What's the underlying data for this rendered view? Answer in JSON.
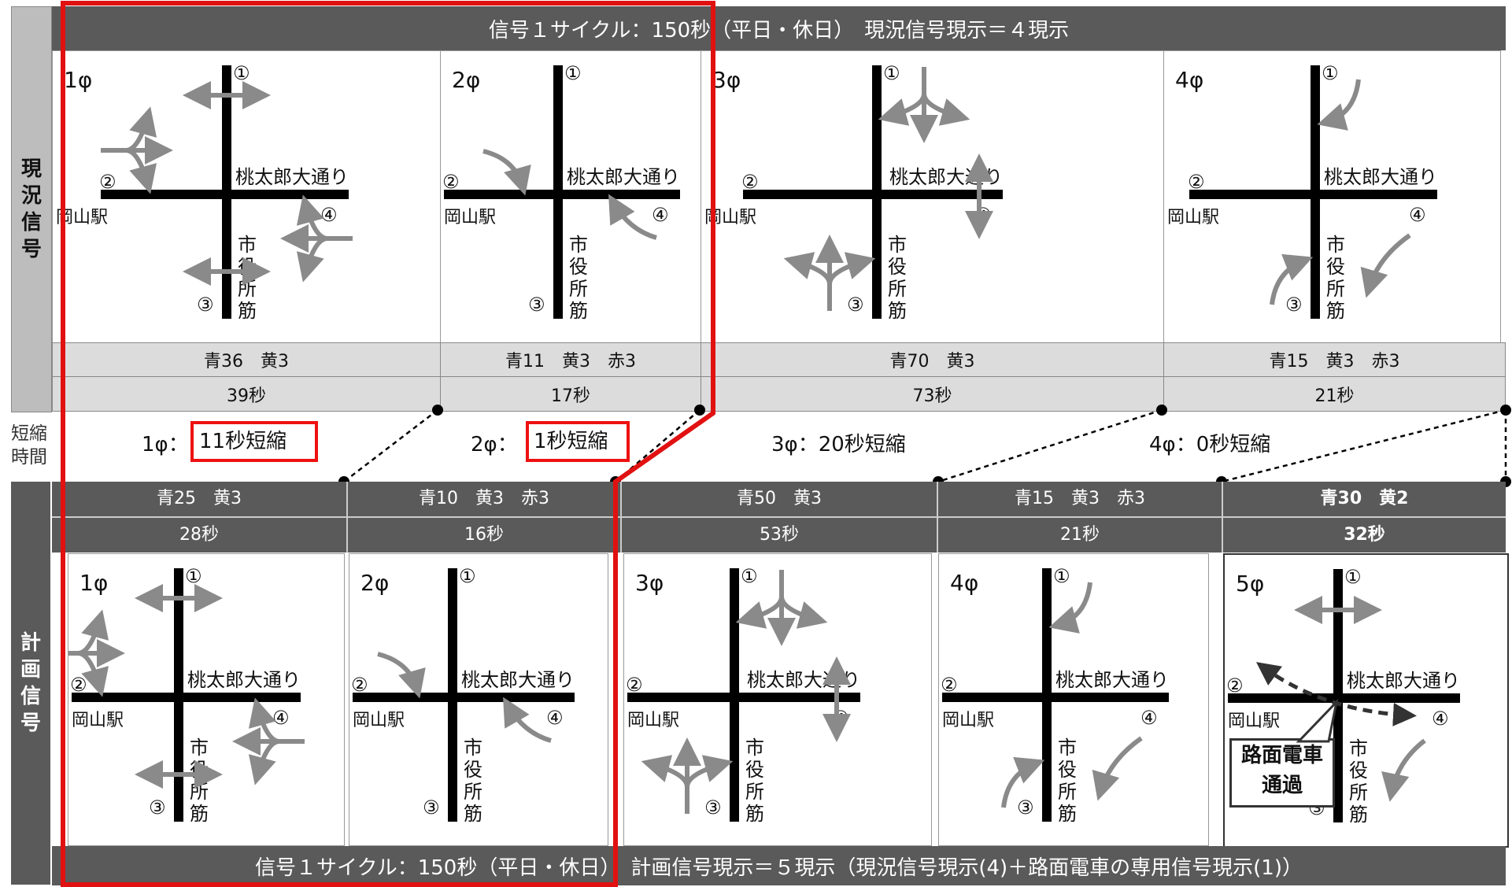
{
  "current": {
    "header": "信号１サイクル：150秒（平日・休日）　現況信号現示＝４現示",
    "side_label": [
      "現",
      "況",
      "信",
      "号"
    ],
    "phases": [
      {
        "label": "1φ",
        "green_yellow": "青36　黄3",
        "total": "39秒"
      },
      {
        "label": "2φ",
        "green_yellow": "青11　黄3　赤3",
        "total": "17秒"
      },
      {
        "label": "3φ",
        "green_yellow": "青70　黄3",
        "total": "73秒"
      },
      {
        "label": "4φ",
        "green_yellow": "青15　黄3　赤3",
        "total": "21秒"
      }
    ]
  },
  "shortening": {
    "side_label": [
      "短縮",
      "時間"
    ],
    "items": [
      {
        "phase": "1φ",
        "sep": "：",
        "text": "11秒短縮",
        "highlighted": true
      },
      {
        "phase": "2φ",
        "sep": "：",
        "text": "1秒短縮",
        "highlighted": true
      },
      {
        "phase": "3φ",
        "sep": "：",
        "text": "20秒短縮",
        "highlighted": false
      },
      {
        "phase": "4φ",
        "sep": "：",
        "text": "0秒短縮",
        "highlighted": false
      }
    ]
  },
  "planned": {
    "side_label": [
      "計",
      "画",
      "信",
      "号"
    ],
    "footer": "信号１サイクル：150秒（平日・休日）　計画信号現示＝５現示（現況信号現示(4)＋路面電車の専用信号現示(1)）",
    "phases": [
      {
        "label": "1φ",
        "green_yellow": "青25　黄3",
        "total": "28秒"
      },
      {
        "label": "2φ",
        "green_yellow": "青10　黄3　赤3",
        "total": "16秒"
      },
      {
        "label": "3φ",
        "green_yellow": "青50　黄3",
        "total": "53秒"
      },
      {
        "label": "4φ",
        "green_yellow": "青15　黄3　赤3",
        "total": "21秒"
      },
      {
        "label": "5φ",
        "green_yellow": "青30　黄2",
        "total": "32秒"
      }
    ],
    "tram_callout": [
      "路面電車",
      "通過"
    ]
  },
  "intersection": {
    "approach_1": "①",
    "approach_2": "②",
    "approach_3": "③",
    "approach_4": "④",
    "east_road": "桃太郎大通り",
    "west_place": "岡山駅",
    "south_road": [
      "市",
      "役",
      "所",
      "筋"
    ]
  },
  "colors": {
    "dark_band": "#5a5a5a",
    "light_band": "#dcdcdc",
    "arrow": "#8a8a8a",
    "highlight_red": "#e11111",
    "road": "#000000"
  }
}
